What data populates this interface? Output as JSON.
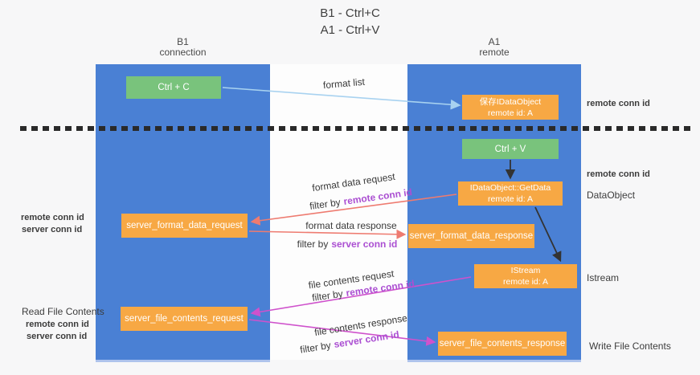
{
  "title": {
    "line1": "B1 - Ctrl+C",
    "line2": "A1 - Ctrl+V"
  },
  "lanes": [
    {
      "title": "B1",
      "subtitle": "connection"
    },
    {
      "title": "A1",
      "subtitle": "remote"
    }
  ],
  "boxes": {
    "ctrl_c": "Ctrl + C",
    "save_idataobject": {
      "line1": "保存IDataObject",
      "line2": "remote id: A"
    },
    "ctrl_v": "Ctrl + V",
    "getdata": {
      "line1": "IDataObject::GetData",
      "line2": "remote id: A"
    },
    "server_format_data_request": "server_format_data_request",
    "server_format_data_response": "server_format_data_response",
    "istream": {
      "line1": "IStream",
      "line2": "remote id: A"
    },
    "server_file_contents_request": "server_file_contents_request",
    "server_file_contents_response": "server_file_contents_response"
  },
  "flow_labels": {
    "format_list": "format list",
    "format_data_request": "format data request",
    "format_data_response": "format data response",
    "file_contents_request": "file contents request",
    "file_contents_response": "file contents response",
    "filter_by": "filter by",
    "remote_conn_id": "remote conn id",
    "server_conn_id": "server conn id"
  },
  "side_labels": {
    "remote_conn_id": "remote conn id",
    "server_conn_id": "server conn id",
    "dataobject": "DataObject",
    "istream": "Istream",
    "read_file_contents": "Read File Contents",
    "write_file_contents": "Write File Contents"
  },
  "colors": {
    "lane_blue": "#4a80d4",
    "box_orange": "#f7a844",
    "box_green": "#79c37c",
    "label_purple": "#ab4fd2",
    "label_green": "#55b459",
    "arrow_blue": "#a8d2f0",
    "arrow_red": "#ee7b70",
    "arrow_magenta": "#cf52cc",
    "arrow_black": "#333333"
  }
}
